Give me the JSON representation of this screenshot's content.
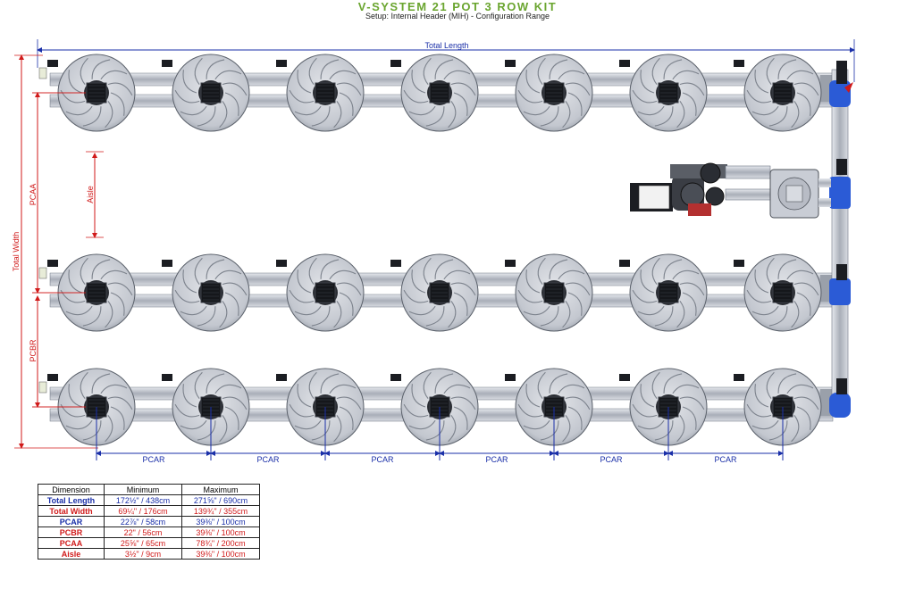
{
  "header": {
    "title": "V-SYSTEM 21 POT 3 ROW KIT",
    "subtitle": "Setup: Internal Header (MIH) - Configuration Range"
  },
  "dimension_labels": {
    "total_length": "Total Length",
    "total_width": "Total Width",
    "pcaa": "PCAA",
    "pcbr": "PCBR",
    "aisle": "Aisle",
    "pcar": "PCAR"
  },
  "colors": {
    "blue_dim": "#1a2fa8",
    "red_dim": "#d01a1a",
    "title_green": "#6aa52f",
    "pipe_blue": "#2b5bd6",
    "pot_grey": "#c7cbd3"
  },
  "table": {
    "headers": [
      "Dimension",
      "Minimum",
      "Maximum"
    ],
    "rows": [
      {
        "name": "Total Length",
        "min": "172½\" / 438cm",
        "max": "271⅝\" / 690cm",
        "color": "#1a2fa8"
      },
      {
        "name": "Total Width",
        "min": "69¼\" / 176cm",
        "max": "139¾\" / 355cm",
        "color": "#d01a1a"
      },
      {
        "name": "PCAR",
        "min": "22⅞\" / 58cm",
        "max": "39⅜\" / 100cm",
        "color": "#1a2fa8"
      },
      {
        "name": "PCBR",
        "min": "22\" / 56cm",
        "max": "39⅜\" / 100cm",
        "color": "#d01a1a"
      },
      {
        "name": "PCAA",
        "min": "25⅝\" / 65cm",
        "max": "78¾\" / 200cm",
        "color": "#d01a1a"
      },
      {
        "name": "Aisle",
        "min": "3½\" / 9cm",
        "max": "39⅜\" / 100cm",
        "color": "#d01a1a"
      }
    ]
  }
}
